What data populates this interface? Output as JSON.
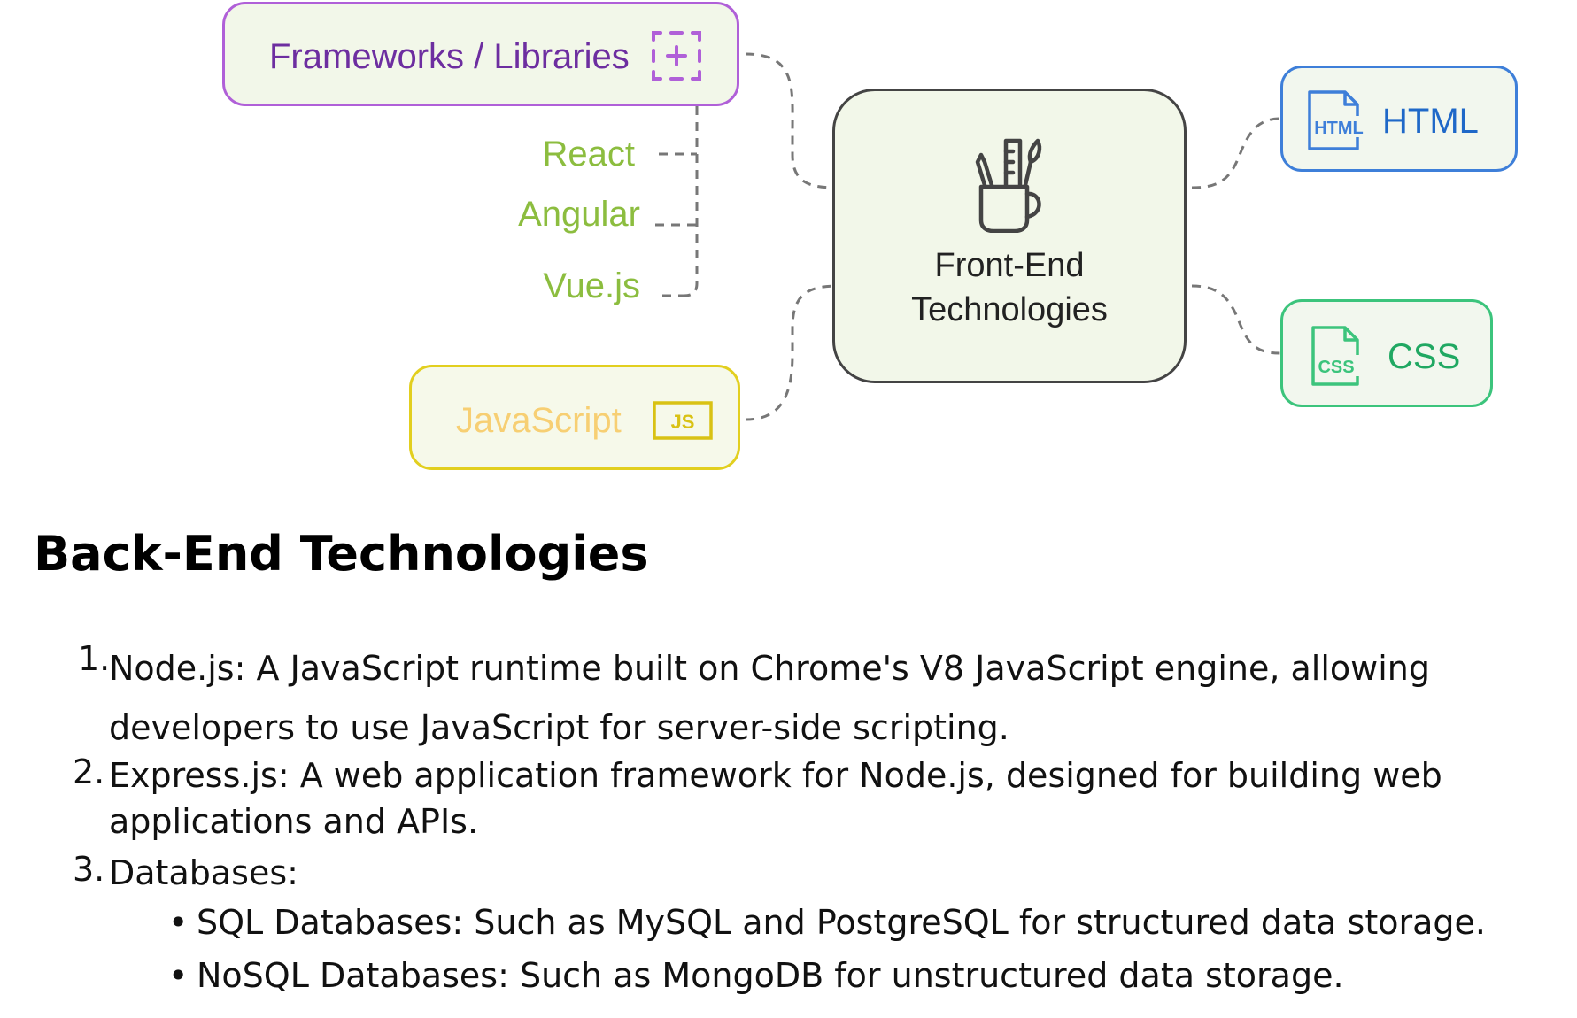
{
  "mindmap": {
    "center": {
      "label_line1": "Front-End",
      "label_line2": "Technologies",
      "icon": "pencil-cup-icon",
      "border_color": "#444444"
    },
    "frameworks": {
      "label": "Frameworks / Libraries",
      "icon": "dashed-plus-grid-icon",
      "color": "#b060d8",
      "children": [
        "React",
        "Angular",
        "Vue.js"
      ]
    },
    "javascript": {
      "label": "JavaScript",
      "badge": "JS",
      "icon": "js-badge-icon",
      "color": "#e2cf1f"
    },
    "html": {
      "label": "HTML",
      "file_label": "HTML",
      "icon": "html-file-icon",
      "color": "#3e7fd9"
    },
    "css": {
      "label": "CSS",
      "file_label": "CSS",
      "icon": "css-file-icon",
      "color": "#3cc47c"
    }
  },
  "backend": {
    "heading": "Back-End Technologies",
    "items": [
      {
        "number": "1.",
        "text": "Node.js: A JavaScript runtime built on Chrome's V8 JavaScript engine, allowing developers to use JavaScript for server-side scripting."
      },
      {
        "number": "2.",
        "text": "Express.js: A web application framework for Node.js, designed for building web applications and APIs."
      },
      {
        "number": "3.",
        "text": "Databases:"
      }
    ],
    "subitems": [
      {
        "bullet": "•",
        "text": "SQL Databases: Such as MySQL and PostgreSQL for structured data storage."
      },
      {
        "bullet": "•",
        "text": "NoSQL Databases: Such as MongoDB for unstructured data storage."
      }
    ]
  }
}
